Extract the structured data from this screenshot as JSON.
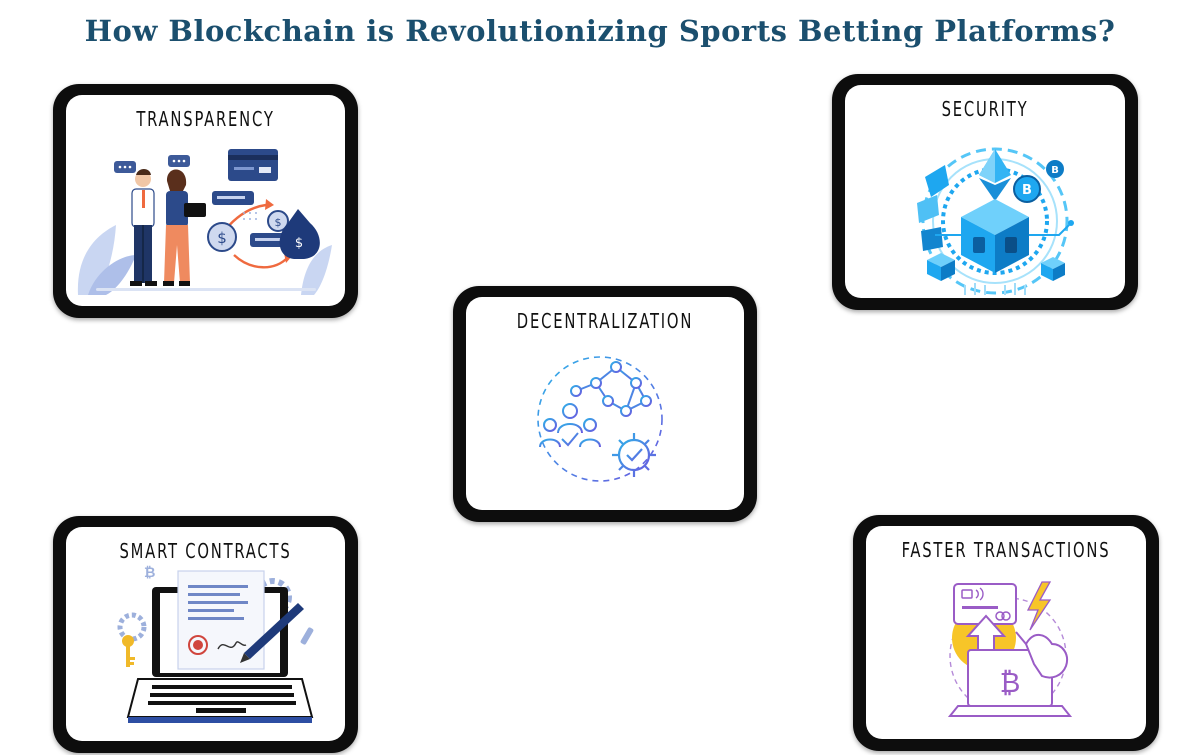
{
  "title": "How Blockchain is Revolutionizing Sports Betting Platforms?",
  "cards": {
    "transparency": {
      "label": "TRANSPARENCY"
    },
    "security": {
      "label": "SECURITY"
    },
    "decentralization": {
      "label": "DECENTRALIZATION"
    },
    "smart_contracts": {
      "label": "SMART CONTRACTS"
    },
    "faster_transactions": {
      "label": "FASTER TRANSACTIONS"
    }
  },
  "colors": {
    "title": "#1b4f6e",
    "card_frame": "#0d0d0d",
    "transparency_blue": "#2c4a8a",
    "security_cyan": "#1ea7f0",
    "decentral_blue": "#3e7fe0",
    "contract_blue": "#2d4ea3",
    "faster_purple": "#9a5cc6",
    "faster_yellow": "#f7c528"
  }
}
